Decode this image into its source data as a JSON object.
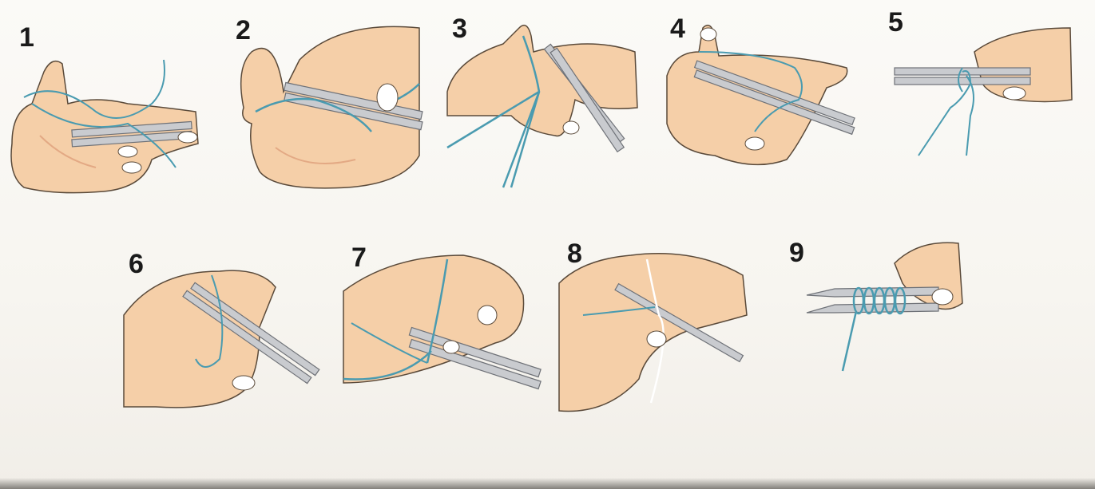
{
  "steps": [
    {
      "number": "1"
    },
    {
      "number": "2"
    },
    {
      "number": "3"
    },
    {
      "number": "4"
    },
    {
      "number": "5"
    },
    {
      "number": "6"
    },
    {
      "number": "7"
    },
    {
      "number": "8"
    },
    {
      "number": "9"
    }
  ],
  "colors": {
    "skin": "#f5cfa8",
    "skin_shadow": "#e3a984",
    "outline": "#5a4a3a",
    "yarn": "#4a9bb0",
    "needle": "#c9cbcf",
    "needle_edge": "#6e7177",
    "nail": "#ffffff"
  },
  "icons": [
    "hand-illustration",
    "knitting-needles",
    "yarn-strand"
  ]
}
